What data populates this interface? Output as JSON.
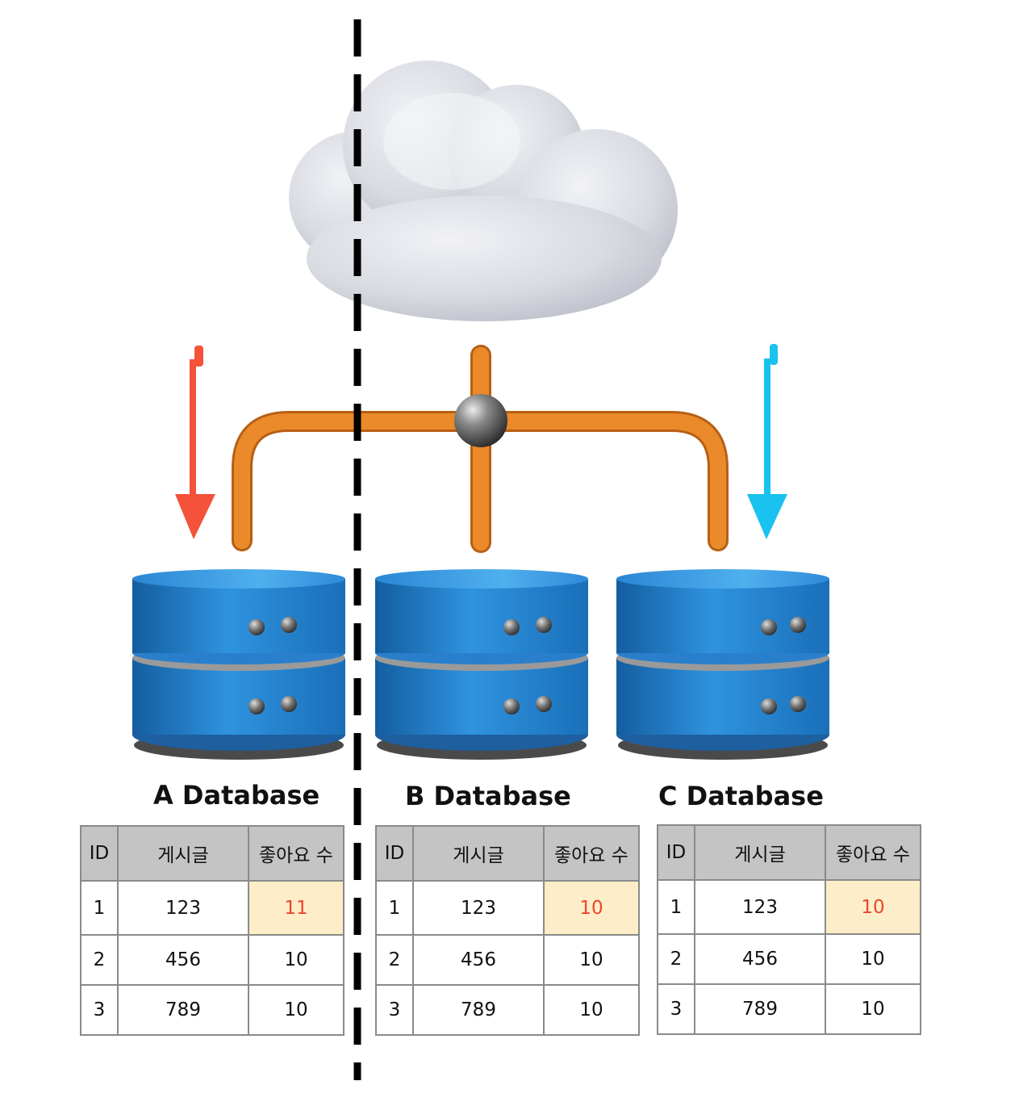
{
  "colors": {
    "left_arrow": "#f4523a",
    "right_arrow": "#19c2ef",
    "pipe": "#e98528",
    "db_blue": "#1f7ccc",
    "divider": "#000000",
    "header_fill": "#c4c4c4",
    "highlight_fill": "#fdedc8",
    "highlight_text": "#e8472e"
  },
  "icons": [
    "cloud-icon",
    "database-icon",
    "pipe-junction-icon",
    "down-arrow-icon"
  ],
  "databases": [
    {
      "name": "A Database",
      "columns": [
        "ID",
        "게시글",
        "좋아요 수"
      ],
      "rows": [
        {
          "id": "1",
          "post": "123",
          "likes": "11",
          "highlight": true
        },
        {
          "id": "2",
          "post": "456",
          "likes": "10",
          "highlight": false
        },
        {
          "id": "3",
          "post": "789",
          "likes": "10",
          "highlight": false
        }
      ]
    },
    {
      "name": "B Database",
      "columns": [
        "ID",
        "게시글",
        "좋아요 수"
      ],
      "rows": [
        {
          "id": "1",
          "post": "123",
          "likes": "10",
          "highlight": true
        },
        {
          "id": "2",
          "post": "456",
          "likes": "10",
          "highlight": false
        },
        {
          "id": "3",
          "post": "789",
          "likes": "10",
          "highlight": false
        }
      ]
    },
    {
      "name": "C Database",
      "columns": [
        "ID",
        "게시글",
        "좋아요 수"
      ],
      "rows": [
        {
          "id": "1",
          "post": "123",
          "likes": "10",
          "highlight": true
        },
        {
          "id": "2",
          "post": "456",
          "likes": "10",
          "highlight": false
        },
        {
          "id": "3",
          "post": "789",
          "likes": "10",
          "highlight": false
        }
      ]
    }
  ]
}
